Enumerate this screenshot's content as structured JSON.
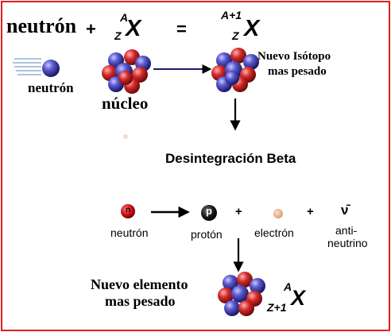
{
  "equation": {
    "lhs_word": "neutrón",
    "plus": "+",
    "equals": "=",
    "x1": {
      "A": "A",
      "Z": "Z",
      "X": "X"
    },
    "x2": {
      "A": "A+1",
      "Z": "Z",
      "X": "X"
    }
  },
  "labels": {
    "neutron": "neutrón",
    "nucleus": "núcleo",
    "new_isotope_line1": "Nuevo Isótopo",
    "new_isotope_line2": "mas pesado",
    "beta_decay": "Desintegración  Beta"
  },
  "decay": {
    "neutron_letter": "n",
    "proton_letter": "p",
    "neutron": "neutrón",
    "proton": "protón",
    "electron": "electrón",
    "plus1": "+",
    "plus2": "+",
    "antineutrino_symbol": "ν̄",
    "antineutrino_line1": "anti-",
    "antineutrino_line2": "neutrino"
  },
  "result": {
    "line1": "Nuevo elemento",
    "line2": "mas pesado",
    "A": "A",
    "Z": "Z+1",
    "X": "X"
  },
  "colors": {
    "frame": "#e02020",
    "proton_red": "#d42a2a",
    "neutron_blue": "#3a3aa8",
    "electron": "#e8b48c"
  }
}
